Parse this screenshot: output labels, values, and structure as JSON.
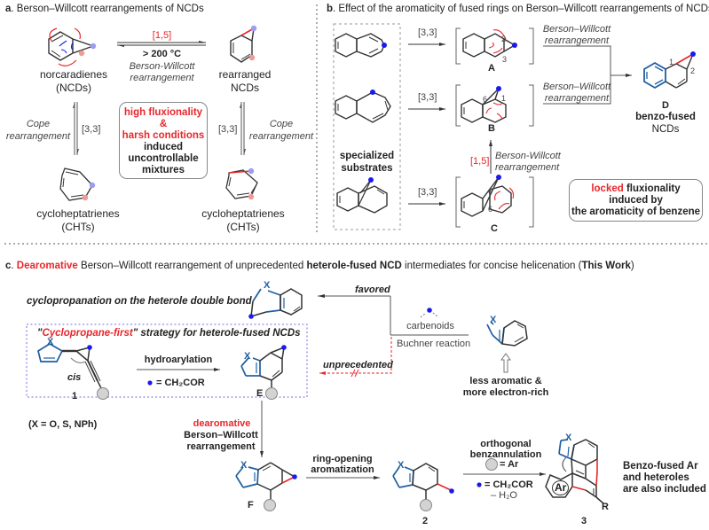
{
  "panel_a": {
    "label": "a",
    "title": ". Berson–Willcott rearrangements of NCDs",
    "top_arrow_label": "[1,5]",
    "top_arrow_condition": "> 200 °C",
    "top_arrow_name_1": "Berson-Willcott",
    "top_arrow_name_2": "rearrangement",
    "ncd_left_1": "norcaradienes",
    "ncd_left_2": "(NCDs)",
    "ncd_right_1": "rearranged",
    "ncd_right_2": "NCDs",
    "cope_1": "Cope",
    "cope_2": "rearrangement",
    "sigma_label": "[3,3]",
    "cht_1": "cycloheptatrienes",
    "cht_2": "(CHTs)",
    "center_box": {
      "line1": "high fluxionality",
      "line2": "&",
      "line3": "harsh conditions",
      "line4": "induced",
      "line5": "uncontrollable",
      "line6": "mixtures"
    }
  },
  "panel_b": {
    "label": "b",
    "title": ". Effect of the aromaticity of fused rings on Berson–Willcott rearrangements of NCDs",
    "arrow_label": "[3,3]",
    "substrates_1": "specialized",
    "substrates_2": "substrates",
    "intermediates": [
      "A",
      "B",
      "C"
    ],
    "bw_1": "Berson–Willcott",
    "bw_2": "rearrangement",
    "c_to_b_label": "[1,5]",
    "c_to_b_1": "Berson-Willcott",
    "c_to_b_2": "rearrangement",
    "product_label": "D",
    "product_1": "benzo-fused",
    "product_2": "NCDs",
    "atom_numbers": {
      "a2": "2",
      "a3": "3",
      "b6": "6",
      "b1": "1",
      "c6a": "6",
      "c6b": "6",
      "d1": "1",
      "d2": "2"
    },
    "locked_box": {
      "red": "locked",
      "rest1": " fluxionality",
      "line2": "induced by",
      "line3": "the aromaticity of benzene"
    }
  },
  "panel_c": {
    "label": "c",
    "title_red": "Dearomative",
    "title_mid": " Berson–Willcott rearrangement of unprecedented ",
    "title_bold": "heterole-fused NCD",
    "title_end": " intermediates for concise helicenation (",
    "title_this": "This Work",
    "title_close": ")",
    "cyclopropanation": "cyclopropanation on the heterole double bond",
    "favored": "favored",
    "carbenoids": "carbenoids",
    "buchner": "Buchner reaction",
    "unprecedented": "unprecedented",
    "less_aromatic_1": "less aromatic &",
    "less_aromatic_2": "more electron-rich",
    "strategy_quote_open": "\"",
    "strategy_red": "Cyclopropane-first",
    "strategy_rest": "\" strategy for heterole-fused NCDs",
    "cis": "cis",
    "cmpd1": "1",
    "hydroarylation": "hydroarylation",
    "ch2cor": "= CH₂COR",
    "cmpdE": "E",
    "x_def": "(X = O, S, NPh)",
    "dearomative": "dearomative",
    "bw_bold": "Berson–Willcott",
    "rearr_bold": "rearrangement",
    "cmpdF": "F",
    "ring_opening_1": "ring-opening",
    "ring_opening_2": "aromatization",
    "cmpd2": "2",
    "orthogonal_1": "orthogonal",
    "orthogonal_2": "benzannulation",
    "eq_ar": "= Ar",
    "minus_h2o": "– H₂O",
    "cmpd3": "3",
    "ar": "Ar",
    "r": "R",
    "x": "X",
    "benzo_1": "Benzo-fused Ar",
    "benzo_2": "and heteroles",
    "benzo_3": "are also included"
  },
  "colors": {
    "red": "#e8262b",
    "blue_dot": "#1a1aee",
    "heterole_blue": "#1f5fa0",
    "gray": "#888888",
    "dashed_blue": "#6f6fe8"
  }
}
